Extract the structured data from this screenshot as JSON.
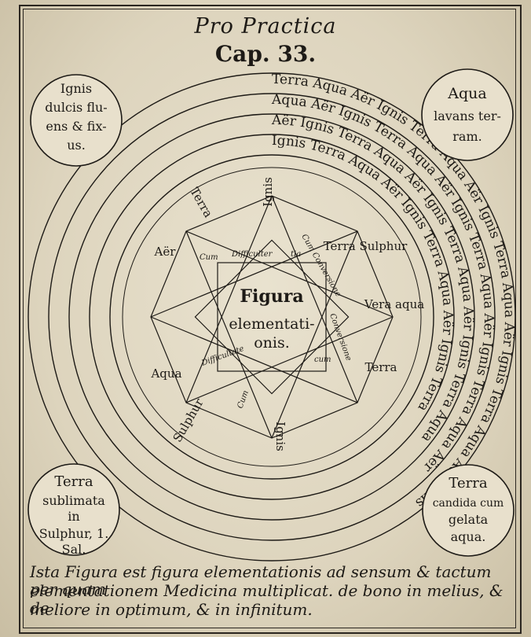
{
  "header": {
    "line1": "Pro Practica",
    "line2": "Cap. 33."
  },
  "corners": {
    "tl": [
      "Ignis",
      "dulcis flu-",
      "ens & fix-",
      "us."
    ],
    "tr": [
      "Aqua",
      "lavans ter-",
      "ram."
    ],
    "bl": [
      "Terra",
      "sublimata",
      "in",
      "Sulphur, 1.",
      "Sal."
    ],
    "br": [
      "Terra",
      "candida cum",
      "gelata",
      "aqua."
    ]
  },
  "rings": {
    "r1": "Terra   Aqua   Aër   Ignis   Terra   Aqua   Aër   Ignis   Terra   Aqua   Aër   Ignis   Terra   Aqua   Aër   Ignis",
    "r2": "Aqua   Aër   Ignis   Terra   Aqua   Aër   Ignis   Terra   Aqua   Aër   Ignis   Terra   Aqua   Aër",
    "r3": "Aër   Ignis   Terra   Aqua   Aër   Ignis   Terra   Aqua   Aër   Ignis   Terra   Aqua",
    "r4": "Ignis   Terra   Aqua   Aër   Ignis   Terra   Aqua   Aër   Ignis   Terra"
  },
  "star": {
    "labels": [
      "Ignis",
      "Terra Sulphur",
      "Vera aqua",
      "Terra",
      "Ignis",
      "Sulphur",
      "Aqua",
      "Aër",
      "Terra"
    ],
    "inner": [
      "Cum",
      "Difficulter",
      "tia",
      "Cum Conversione",
      "Conversione",
      "cum",
      "Cum",
      "Difficultate"
    ]
  },
  "center": {
    "line1": "Figura",
    "line2": "elementati-",
    "line3": "onis."
  },
  "caption": {
    "line1": "Ista Figura est figura elementationis ad sensum & tactum per quam",
    "line2": "elementationem Medicina multiplicat. de bono in melius, & de",
    "line3": "meliore in optimum, & in infinitum."
  },
  "colors": {
    "ink": "#1d1a16",
    "paper": "#e5ddc8"
  }
}
